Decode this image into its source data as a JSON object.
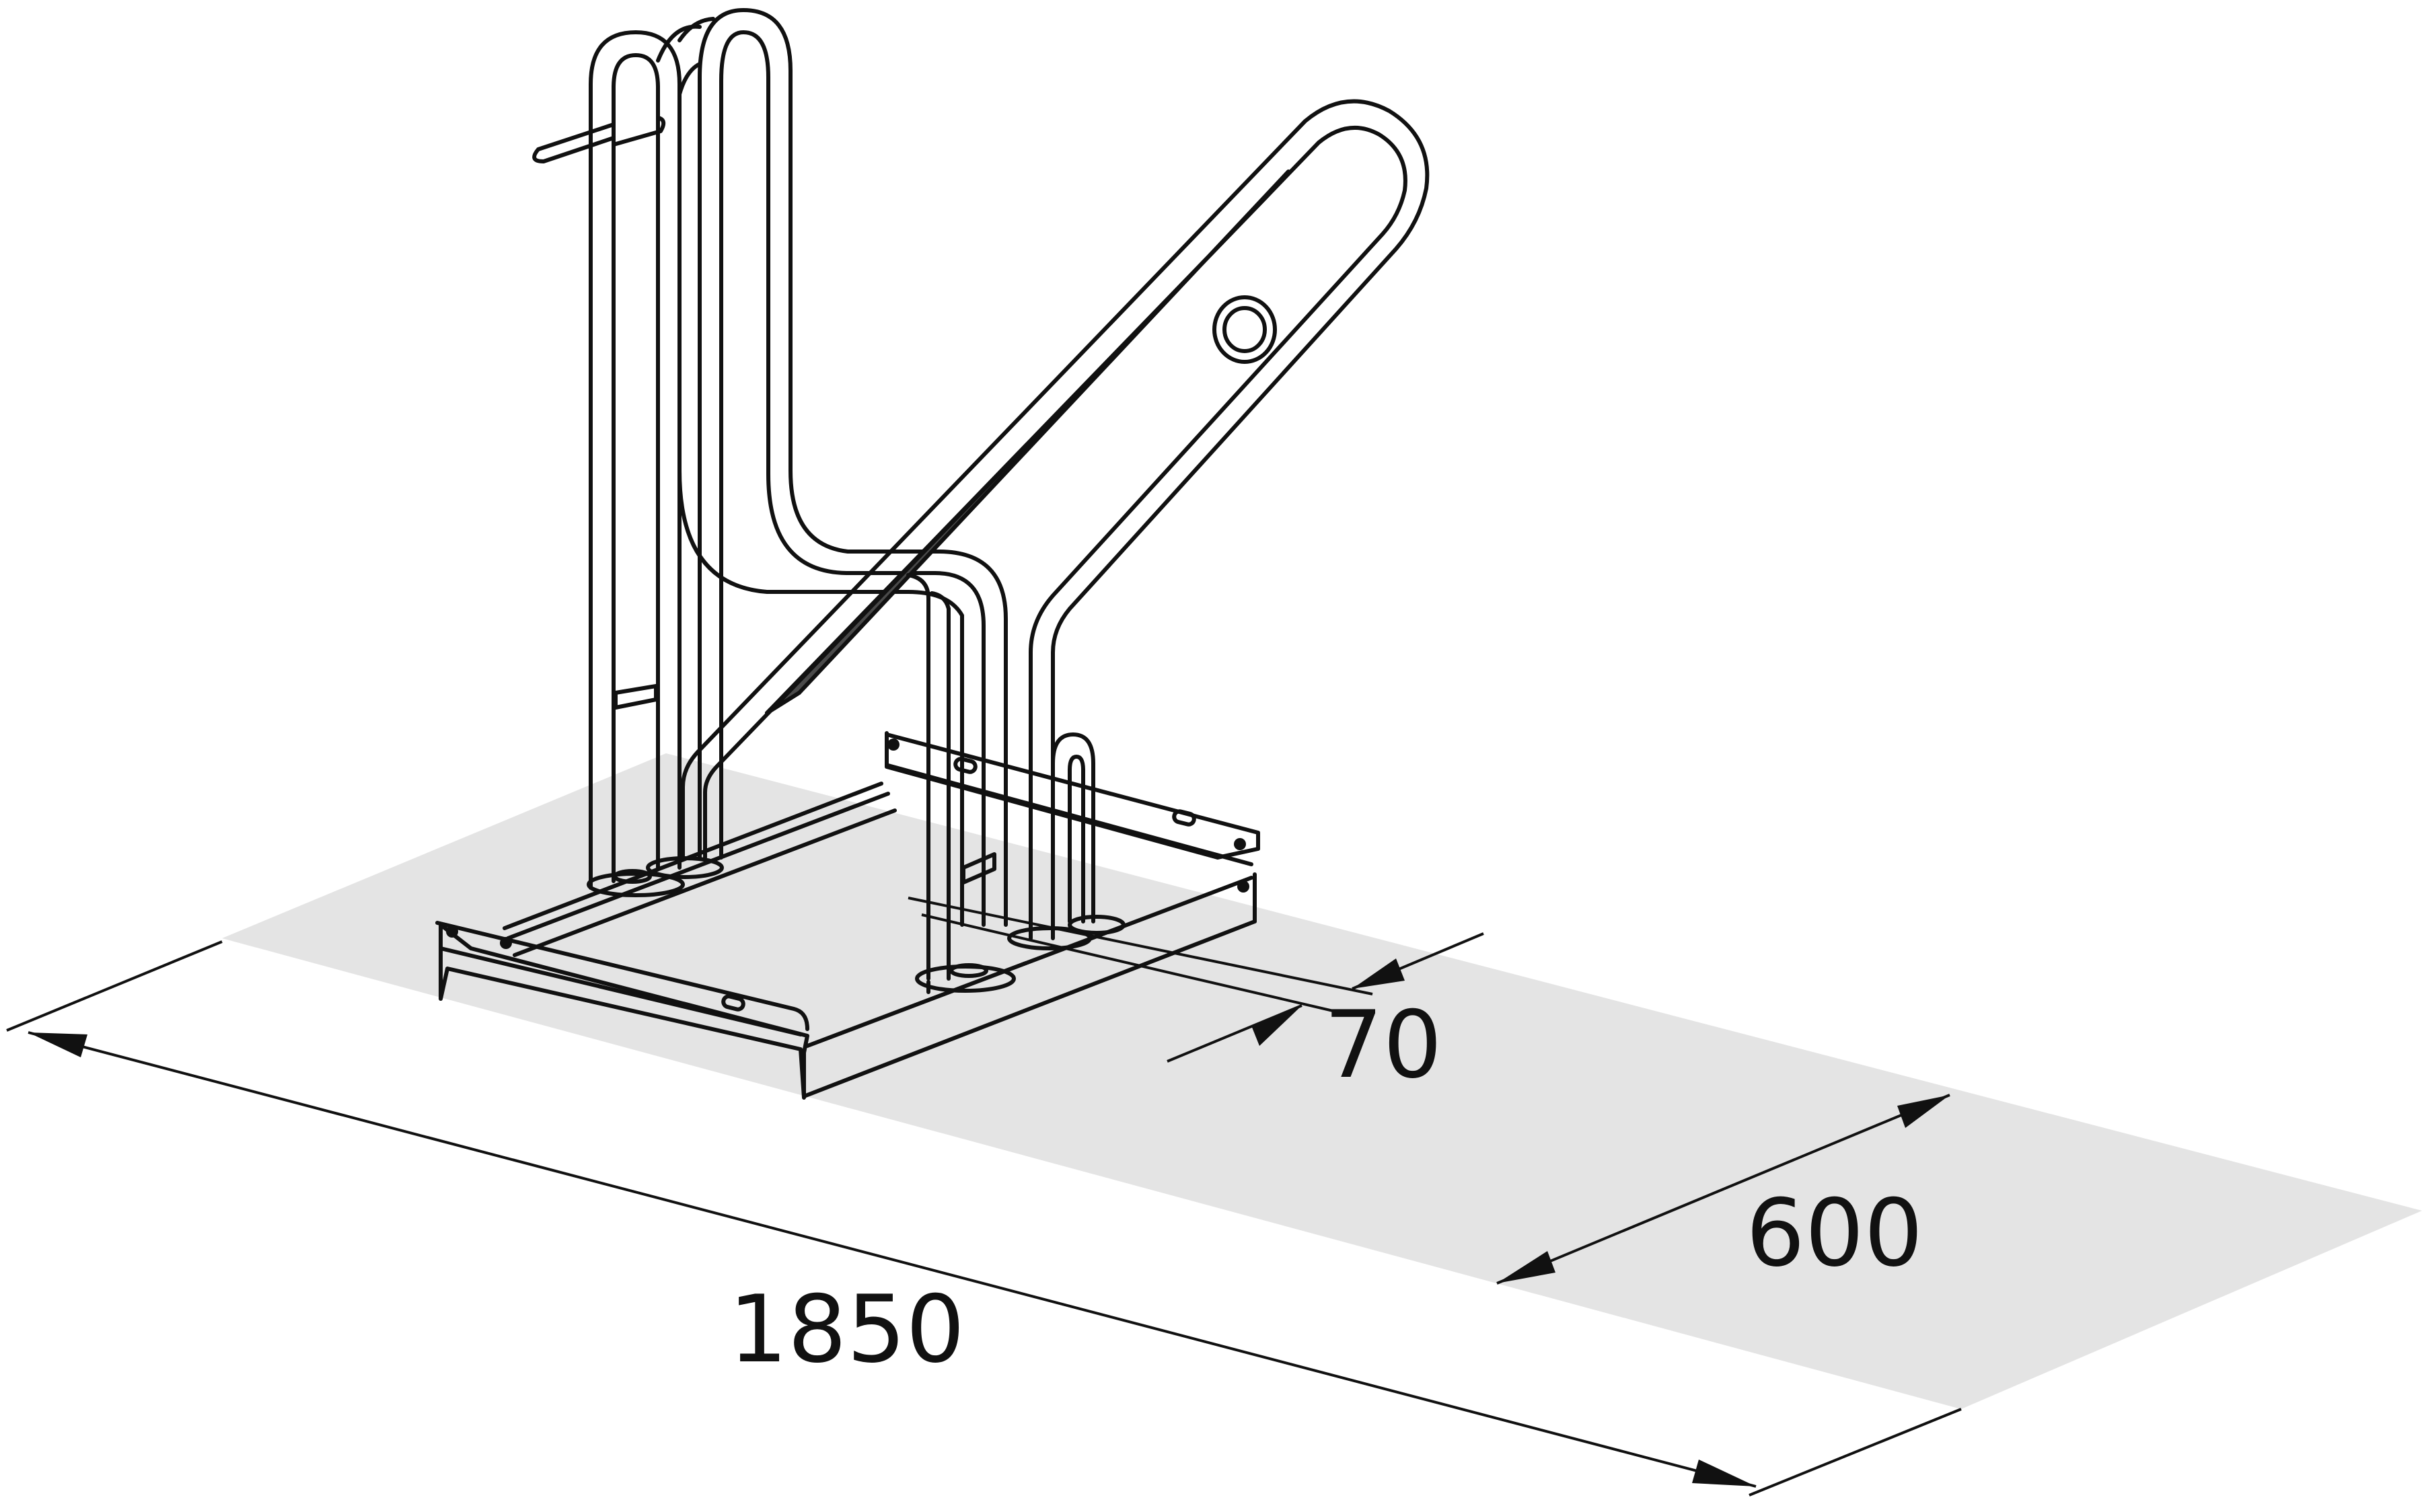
{
  "diagram": {
    "dimensions": {
      "clearance": {
        "label": "70"
      },
      "width": {
        "label": "600"
      },
      "length": {
        "label": "1850"
      }
    },
    "colors": {
      "line": "#111111",
      "floor": "#e4e4e4",
      "grip": "#4a4a4a",
      "background": "#ffffff"
    }
  }
}
